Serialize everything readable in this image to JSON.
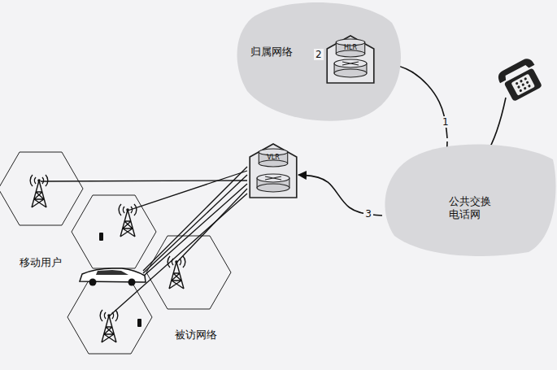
{
  "diagram": {
    "nodes": [
      {
        "text": [
          "归属网络"
        ]
      },
      {
        "text": [
          "HLR"
        ],
        "in": 0
      },
      {
        "text": [
          "公共交换 电话网"
        ]
      },
      {
        "text": [
          "VLR"
        ]
      }
    ],
    "edges": [
      {
        "from": 2,
        "to": 1,
        "arrow": "to",
        "label": "1"
      },
      {
        "from": 2,
        "to": 3,
        "arrow": "to",
        "label": "3"
      }
    ],
    "labels": [
      "2",
      "移动用户",
      "被访网络"
    ]
  }
}
